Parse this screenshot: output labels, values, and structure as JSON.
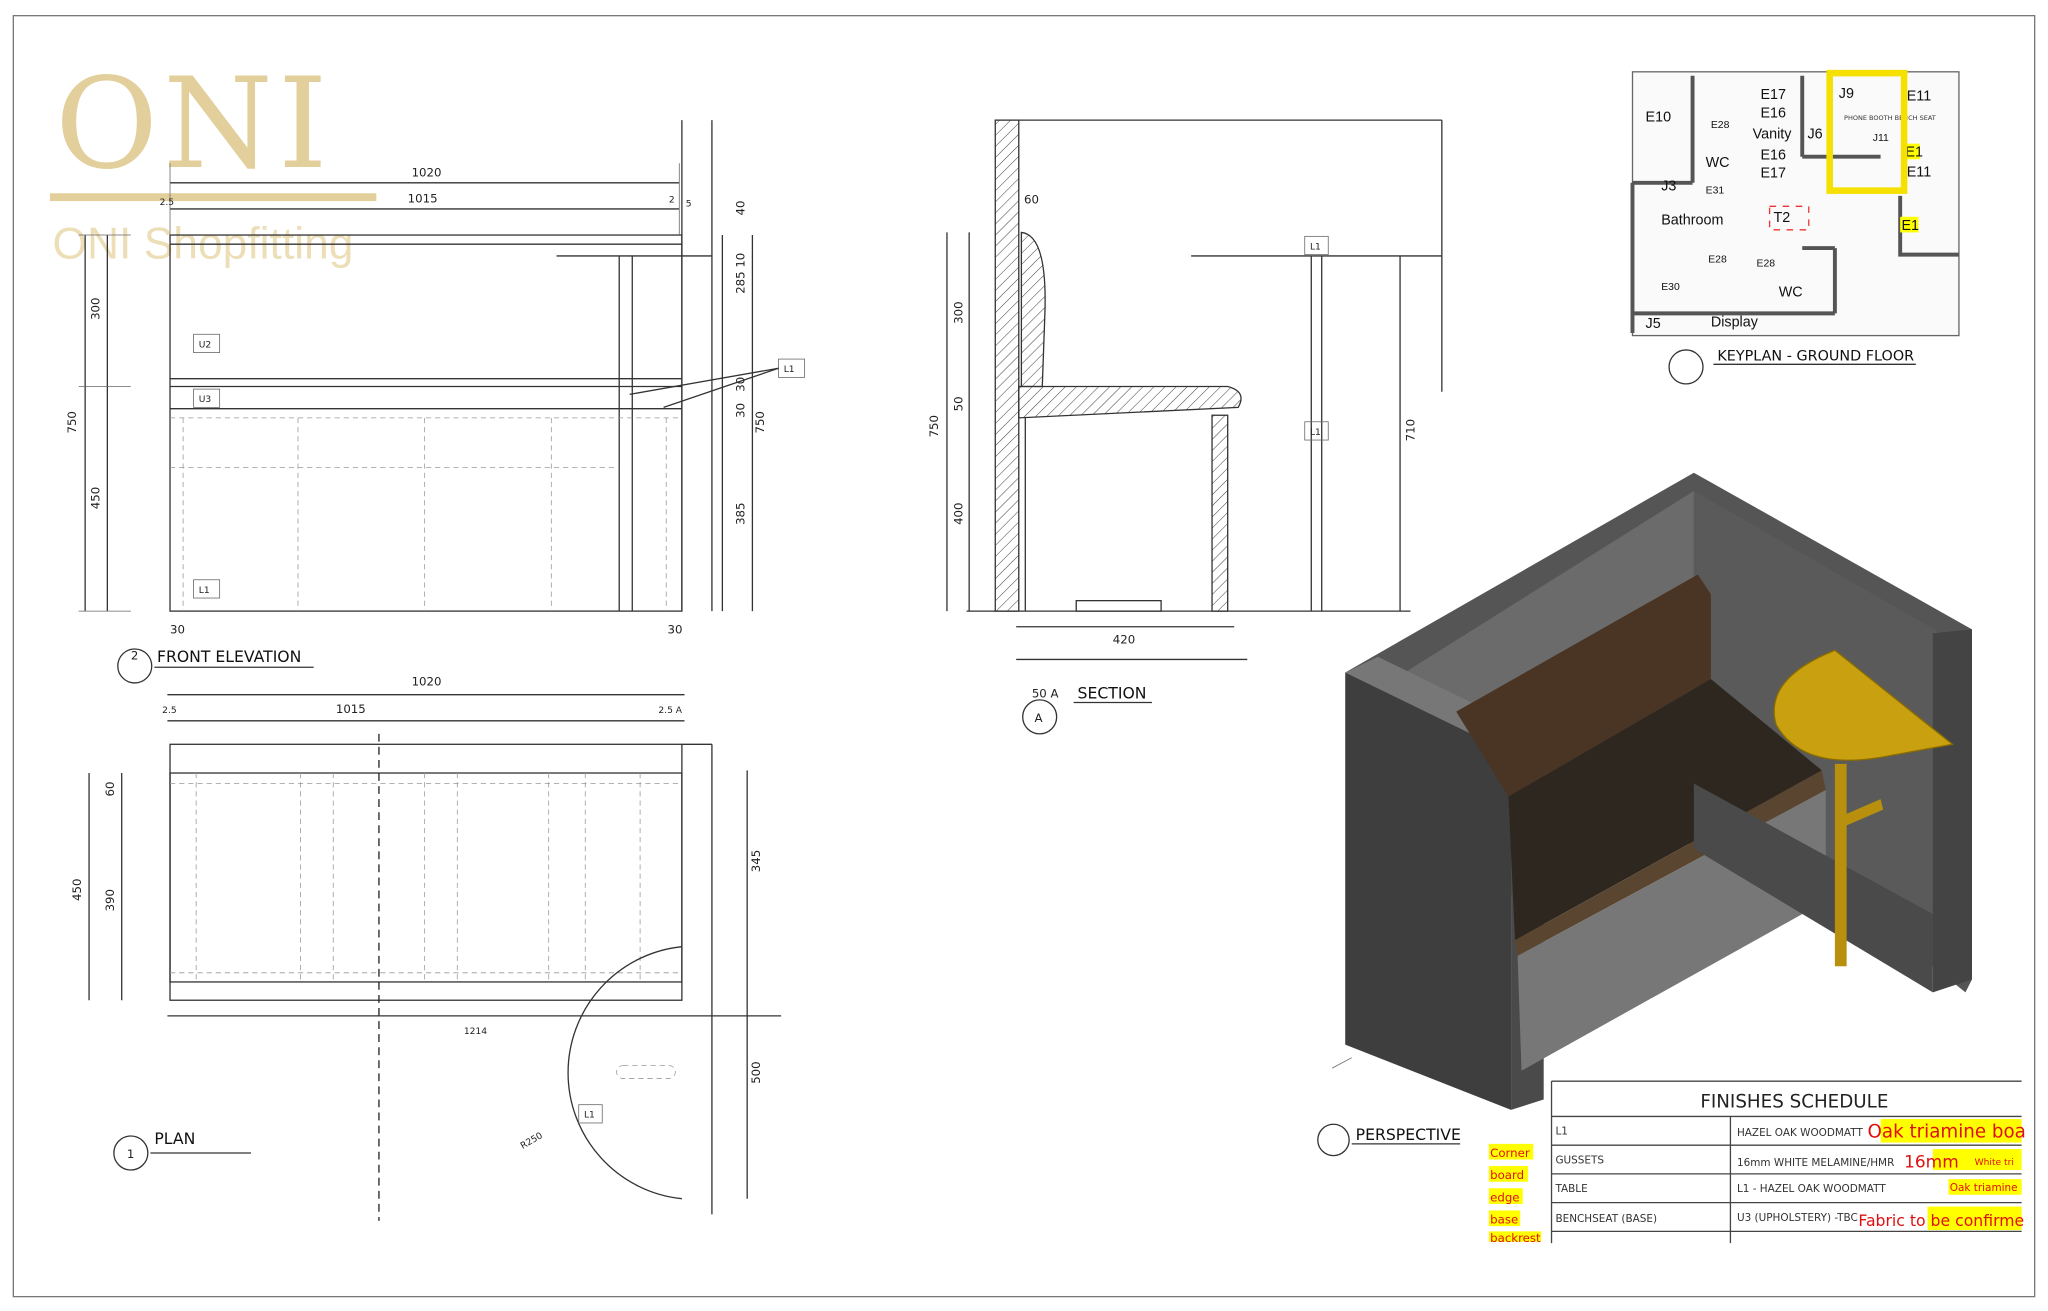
{
  "logo": {
    "mark": "ONI",
    "name": "ONI Shopfitting"
  },
  "colors": {
    "gold": "#d9bf7a",
    "highlight": "#ffff00",
    "annotation_red": "#e01010",
    "keyplan_frame": "#f5e000"
  },
  "front_elevation": {
    "title": "FRONT ELEVATION",
    "number": "2",
    "dims": {
      "overall": "1020",
      "inner": "1015",
      "left_edge": "2.5",
      "right_edge": "2",
      "right_edge2": "5",
      "h300": "300",
      "h450": "450",
      "h750": "750",
      "r40": "40",
      "r10": "10",
      "r285": "285",
      "r30a": "30",
      "r30b": "30",
      "r750": "750",
      "r385": "385",
      "b30l": "30",
      "b30r": "30"
    },
    "tags": {
      "u2": "U2",
      "u3": "U3",
      "l1": "L1",
      "l1_callout": "L1"
    }
  },
  "section": {
    "title": "SECTION",
    "marker": "A",
    "ref": "50 A",
    "dims": {
      "d60": "60",
      "h300": "300",
      "h50": "50",
      "h400": "400",
      "h750": "750",
      "w420": "420",
      "h710": "710"
    },
    "tags": {
      "l1_top": "L1",
      "l1_leg": "L1"
    }
  },
  "plan": {
    "title": "PLAN",
    "number": "1",
    "dims": {
      "overall": "1020",
      "inner": "1015",
      "left_edge": "2.5",
      "right_edge": "2.5 A",
      "d60": "60",
      "d390": "390",
      "d450": "450",
      "d345": "345",
      "d500": "500",
      "d1214": "1214",
      "radius": "R250"
    },
    "tags": {
      "l1": "L1"
    }
  },
  "keyplan": {
    "title": "KEYPLAN - GROUND FLOOR",
    "labels": [
      "E10",
      "E28",
      "E17",
      "E16",
      "Vanity",
      "J6",
      "WC",
      "E16",
      "E17",
      "J3",
      "E31",
      "Bathroom",
      "T2",
      "E28",
      "E28",
      "WC",
      "E30",
      "J5",
      "Display",
      "J9",
      "E11",
      "E1",
      "E11",
      "E1",
      "J11"
    ],
    "booth_label": "PHONE BOOTH BENCH SEAT"
  },
  "perspective": {
    "title": "PERSPECTIVE"
  },
  "annotations": [
    "Corner",
    "board",
    "edge",
    "base",
    "backrest"
  ],
  "finishes_schedule": {
    "title": "FINISHES SCHEDULE",
    "rows": [
      {
        "item": "L1",
        "spec": "HAZEL OAK WOODMATT",
        "note": "Oak triamine boa"
      },
      {
        "item": "GUSSETS",
        "spec": "16mm WHITE MELAMINE/HMR",
        "note": "16mm",
        "note2": "White tri"
      },
      {
        "item": "TABLE",
        "spec": "L1 - HAZEL OAK WOODMATT",
        "note": "Oak triamine"
      },
      {
        "item": "BENCHSEAT (BASE)",
        "spec": "U3 (UPHOLSTERY) -TBC",
        "note": "Fabric to be confirme"
      }
    ]
  }
}
